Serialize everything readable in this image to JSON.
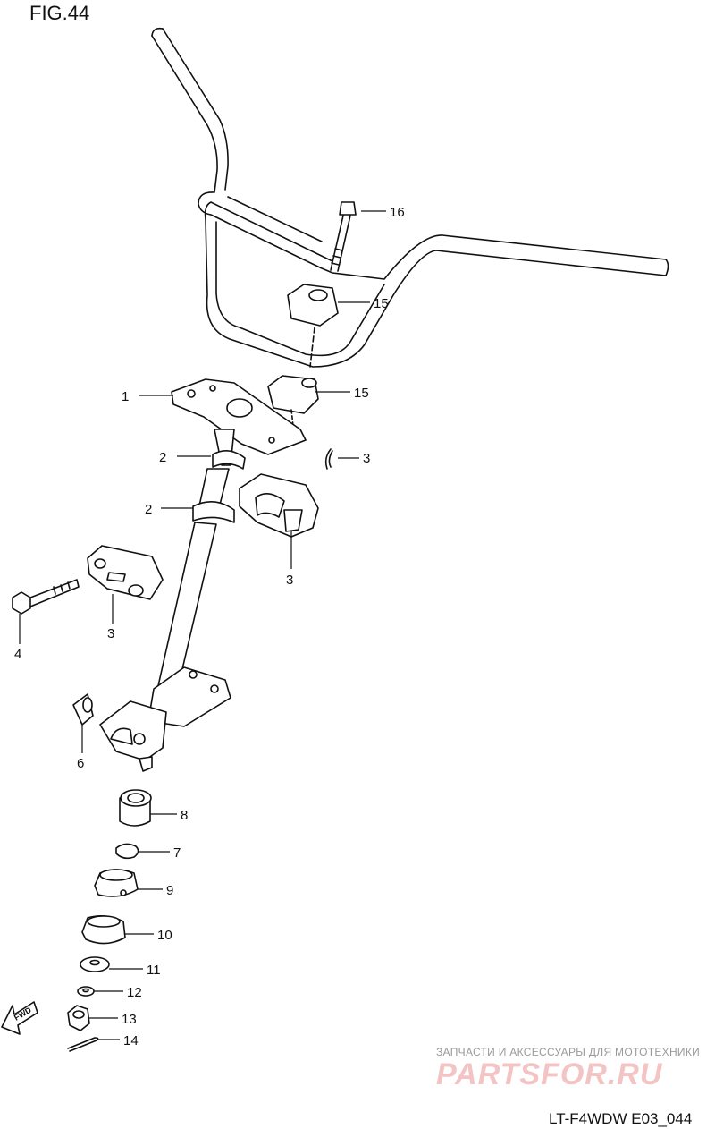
{
  "figure": {
    "title": "FIG.44",
    "code": "LT-F4WDW E03_044"
  },
  "watermark": {
    "tagline": "ЗАПЧАСТИ И АКСЕССУАРЫ ДЛЯ МОТОТЕХНИКИ",
    "brand": "PARTSFOR.RU"
  },
  "direction_badge": "FWD",
  "callouts": {
    "c1": "1",
    "c2a": "2",
    "c2b": "2",
    "c3a": "3",
    "c3b": "3",
    "c3c": "3",
    "c4": "4",
    "c6": "6",
    "c7": "7",
    "c8": "8",
    "c9": "9",
    "c10": "10",
    "c11": "11",
    "c12": "12",
    "c13": "13",
    "c14": "14",
    "c15a": "15",
    "c15b": "15",
    "c16": "16"
  },
  "colors": {
    "line": "#111111",
    "background": "#ffffff",
    "watermark_brand": "#f2c4c4"
  }
}
